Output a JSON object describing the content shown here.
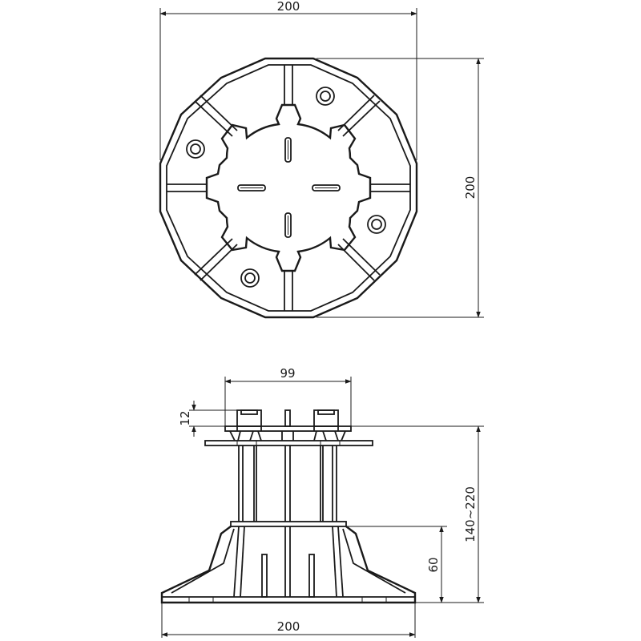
{
  "dimensions": {
    "top_width": "200",
    "top_height": "200",
    "head_width": "99",
    "head_thickness": "12",
    "height_range": "140~220",
    "base_height": "60",
    "base_width": "200"
  },
  "colors": {
    "line": "#1a1a1a",
    "background": "#ffffff"
  }
}
